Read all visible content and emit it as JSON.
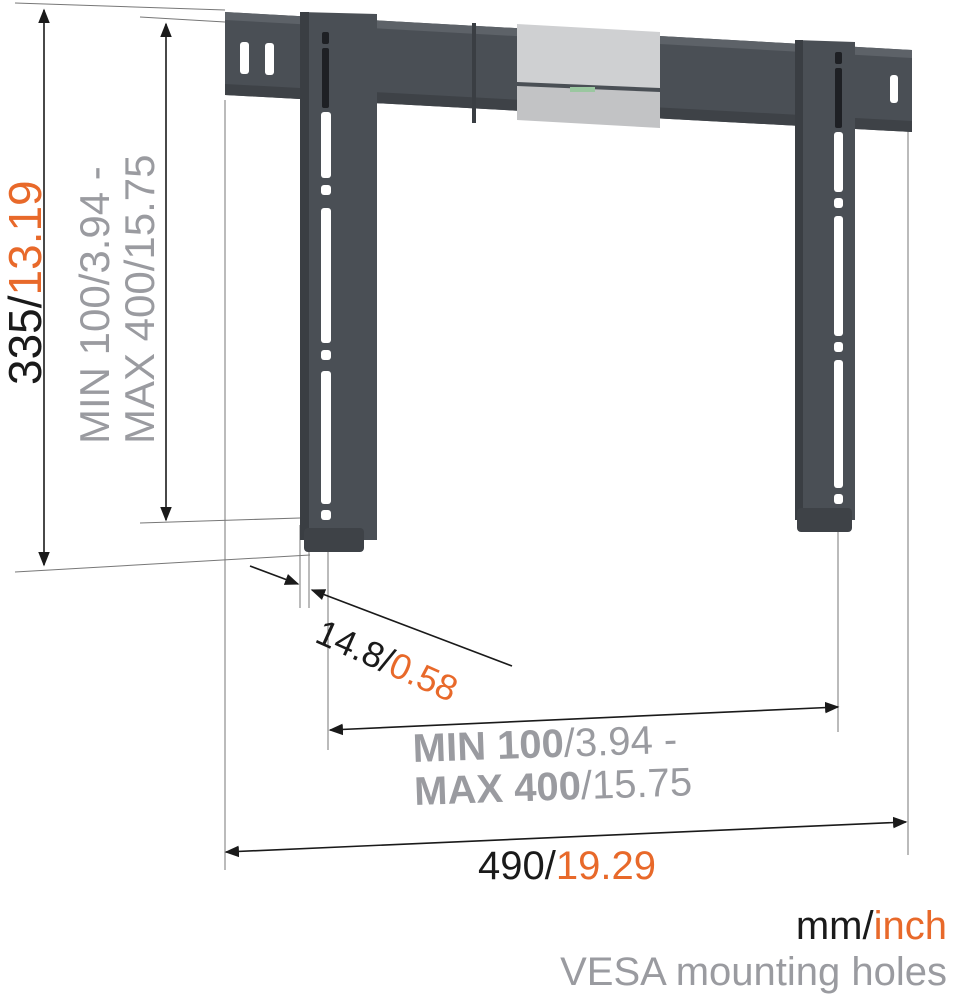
{
  "diagram": {
    "subject": "Ultra-thin fixed TV wall mount bracket with VESA mounting dimensions",
    "colors": {
      "bracket": "#4a4f55",
      "bracket_dark": "#3a3e43",
      "bracket_light": "#5d6268",
      "spirit_level_plate": "#c8c9cb",
      "dimension_line": "#1a1a1a",
      "inch_values": "#e8692a",
      "vesa_text": "#9a9ba0"
    },
    "dimensions": {
      "height": {
        "mm": "335/",
        "inch": "13.19"
      },
      "vesa_vertical": {
        "line1": "MIN 100/3.94 -",
        "line2": "MAX 400/15.75"
      },
      "depth": {
        "mm": "14.8/",
        "inch": "0.58"
      },
      "vesa_horizontal": {
        "line1_mm": "MIN 100",
        "line1_inch": "/3.94 -",
        "line2_mm": "MAX 400",
        "line2_inch": "/15.75"
      },
      "width": {
        "mm": "490/",
        "inch": "19.29"
      }
    },
    "legend": {
      "unit_mm": "mm/",
      "unit_inch": "inch",
      "note": "VESA mounting holes"
    }
  }
}
